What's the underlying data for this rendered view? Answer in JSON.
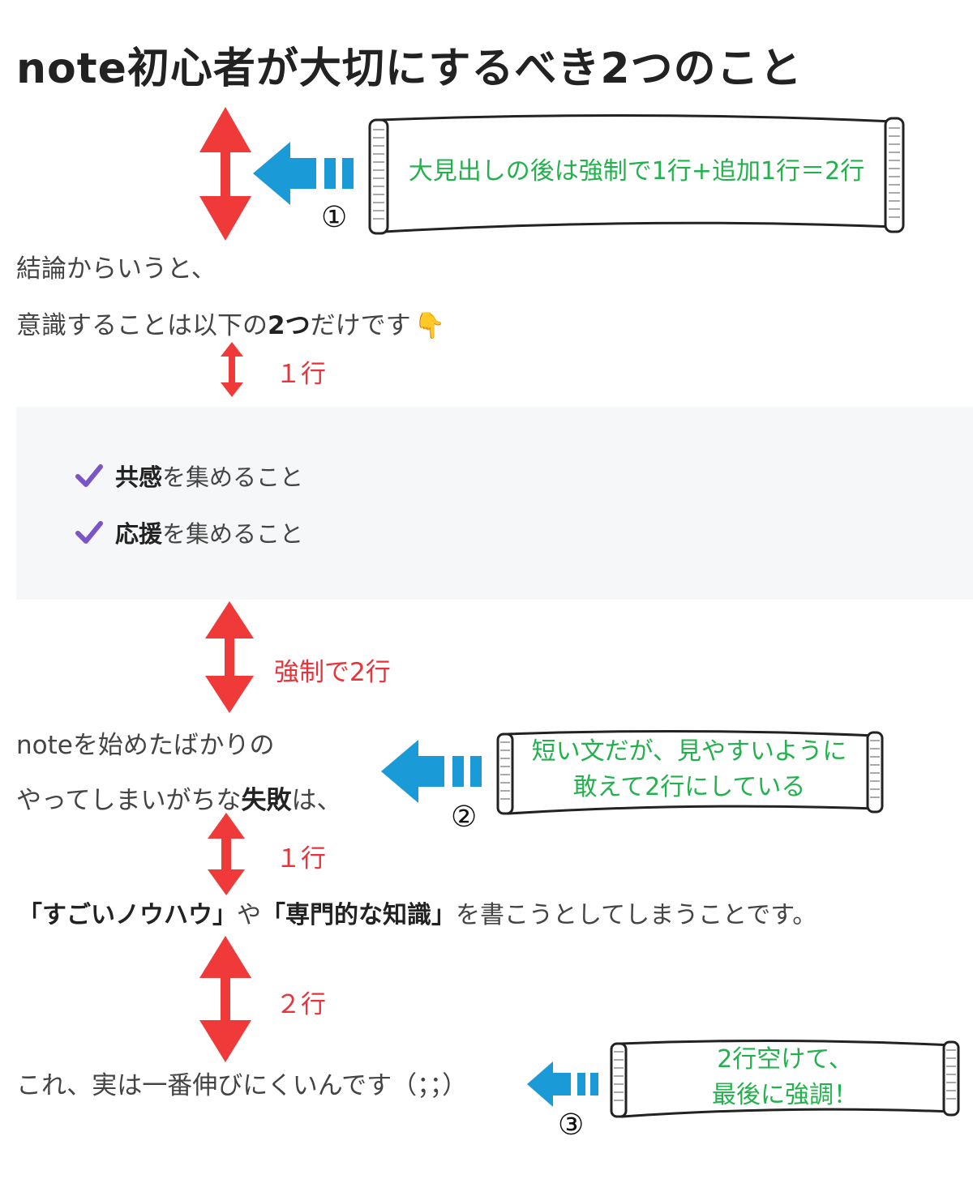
{
  "title": "note初心者が大切にするべき2つのこと",
  "paragraphs": {
    "p1_line1": "結論からいうと、",
    "p1_line2_pre": "意識することは以下の",
    "p1_line2_bold": "2つ",
    "p1_line2_post": "だけです",
    "p1_emoji": "👇",
    "p2_line1": "noteを始めたばかりの",
    "p2_line2_pre": "やってしまいがちな",
    "p2_line2_bold": "失敗",
    "p2_line2_post": "は、",
    "p3_bold1": "「すごいノウハウ」",
    "p3_mid": "や",
    "p3_bold2": "「専門的な知識」",
    "p3_post": "を書こうとしてしまうことです。",
    "p4": "これ、実は一番伸びにくいんです（；；）"
  },
  "checklist": [
    {
      "bold": "共感",
      "rest": "を集めること"
    },
    {
      "bold": "応援",
      "rest": "を集めること"
    }
  ],
  "annotations": {
    "label_1gyo_a": "１行",
    "label_kyosei": "強制で2行",
    "label_1gyo_b": "１行",
    "label_2gyo": "２行",
    "num1": "①",
    "num2": "②",
    "num3": "③",
    "scroll1": "大見出しの後は強制で1行+追加1行＝2行",
    "scroll2_line1": "短い文だが、見やすいように",
    "scroll2_line2": "敢えて2行にしている",
    "scroll3_line1": "2行空けて、",
    "scroll3_line2": "最後に強調！"
  },
  "colors": {
    "arrow_red": "#f03a3a",
    "arrow_blue": "#1a9ad6",
    "note_green": "#22b14c",
    "check_purple": "#7b55c7",
    "box_bg": "#f5f7f8"
  }
}
